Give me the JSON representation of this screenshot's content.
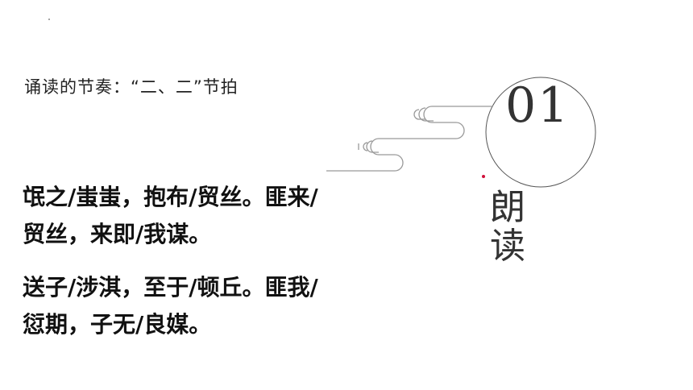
{
  "subtitle": "诵读的节奏：“二、二”节拍",
  "section": {
    "number": "01",
    "title_chars": [
      "朗",
      "读"
    ]
  },
  "poem": {
    "stanza1": [
      "氓之/蚩蚩，抱布/贸丝。匪来/",
      "贸丝，来即/我谋。"
    ],
    "stanza2": [
      "送子/涉淇，至于/顿丘。匪我/",
      "愆期，子无/良媒。"
    ]
  },
  "colors": {
    "text": "#111111",
    "accent_dot": "#d0103a",
    "circle_stroke": "#555555"
  }
}
